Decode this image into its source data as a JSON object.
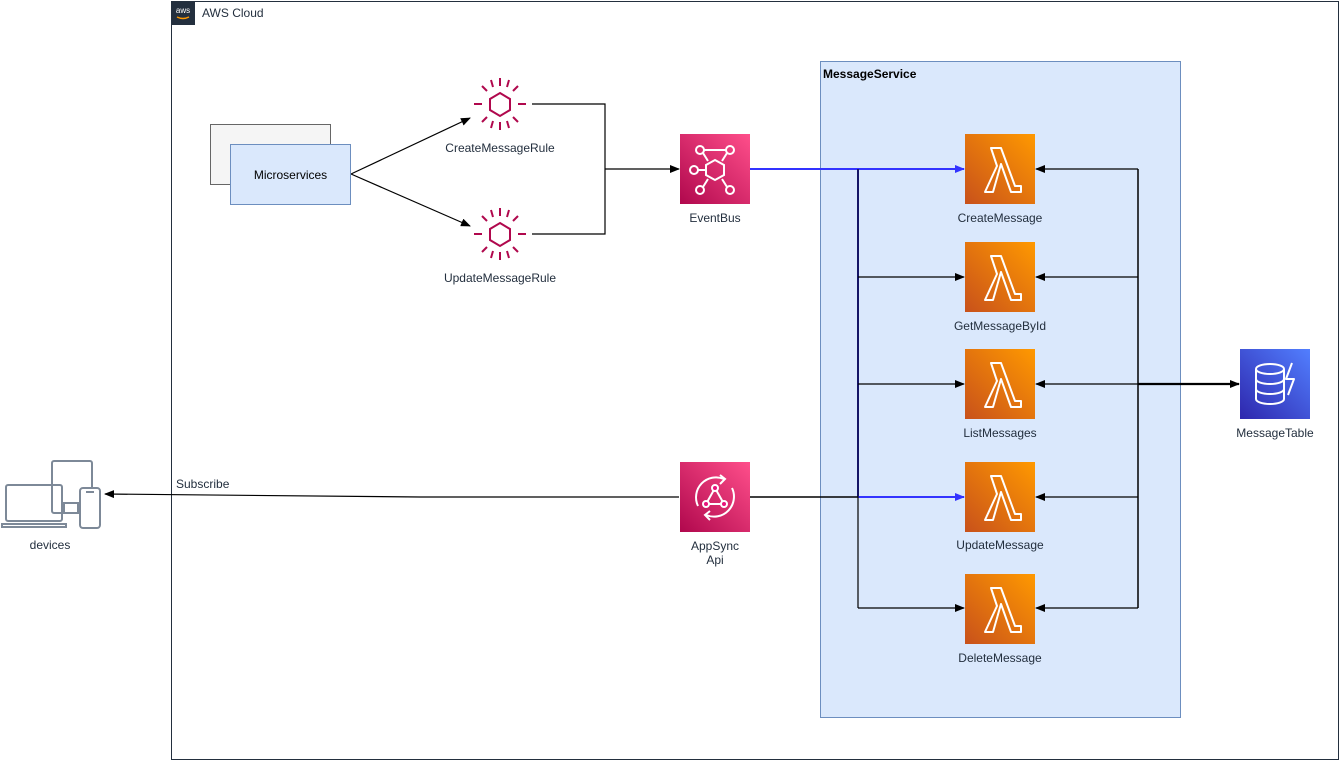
{
  "cloud": {
    "title": "AWS Cloud",
    "logo_icon": "aws-logo-icon"
  },
  "message_service": {
    "title": "MessageService"
  },
  "microservices": {
    "label": "Microservices"
  },
  "rules": [
    {
      "label": "CreateMessageRule",
      "icon": "eventbridge-rule-icon"
    },
    {
      "label": "UpdateMessageRule",
      "icon": "eventbridge-rule-icon"
    }
  ],
  "event_bus": {
    "label": "EventBus",
    "icon": "eventbridge-icon"
  },
  "appsync": {
    "label_line1": "AppSync",
    "label_line2": "Api",
    "icon": "appsync-icon"
  },
  "lambdas": [
    {
      "label": "CreateMessage"
    },
    {
      "label": "GetMessageById"
    },
    {
      "label": "ListMessages"
    },
    {
      "label": "UpdateMessage"
    },
    {
      "label": "DeleteMessage"
    }
  ],
  "table": {
    "label": "MessageTable",
    "icon": "dynamodb-icon"
  },
  "devices": {
    "label": "devices",
    "icon": "devices-icon"
  },
  "edges": {
    "subscribe_label": "Subscribe"
  },
  "colors": {
    "lambda": "#ed7100",
    "eventbridge": "#e7157b",
    "dynamodb": "#3b48cc",
    "blue_edge": "#3333ff",
    "rule": "#b0084d"
  }
}
